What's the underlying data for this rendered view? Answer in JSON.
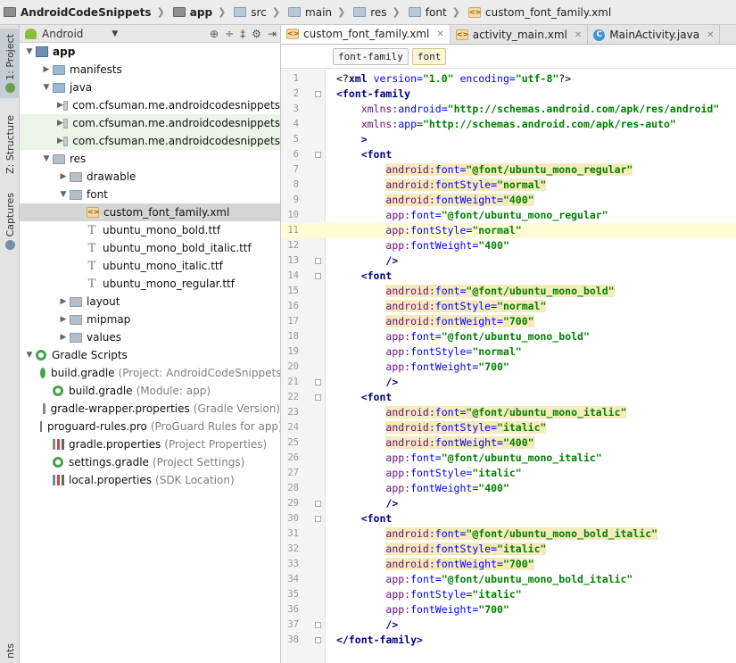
{
  "breadcrumb": [
    {
      "label": "AndroidCodeSnippets",
      "icon": "folder-icon",
      "bold": true
    },
    {
      "label": "app",
      "icon": "folder-icon",
      "bold": true
    },
    {
      "label": "src",
      "icon": "folder-icon",
      "bold": false
    },
    {
      "label": "main",
      "icon": "folder-icon",
      "bold": false
    },
    {
      "label": "res",
      "icon": "folder-icon",
      "bold": false
    },
    {
      "label": "font",
      "icon": "folder-icon",
      "bold": false
    },
    {
      "label": "custom_font_family.xml",
      "icon": "xml-file-icon",
      "bold": false
    }
  ],
  "strip": {
    "project": "1: Project",
    "structure": "Z: Structure",
    "captures": "Captures",
    "bottom": "nts"
  },
  "panel": {
    "view": "Android",
    "tree": [
      {
        "depth": 0,
        "arrow": "down",
        "icon": "app",
        "label": "app",
        "bold": true
      },
      {
        "depth": 1,
        "arrow": "right",
        "icon": "folder-blue",
        "label": "manifests"
      },
      {
        "depth": 1,
        "arrow": "down",
        "icon": "folder-blue",
        "label": "java"
      },
      {
        "depth": 2,
        "arrow": "right",
        "icon": "package",
        "label": "com.cfsuman.me.androidcodesnippets",
        "style": ""
      },
      {
        "depth": 2,
        "arrow": "right",
        "icon": "package",
        "label": "com.cfsuman.me.androidcodesnippets",
        "style": "pkg"
      },
      {
        "depth": 2,
        "arrow": "right",
        "icon": "package",
        "label": "com.cfsuman.me.androidcodesnippets",
        "style": "pkg"
      },
      {
        "depth": 1,
        "arrow": "down",
        "icon": "folder-res",
        "label": "res"
      },
      {
        "depth": 2,
        "arrow": "right",
        "icon": "folder-gray",
        "label": "drawable"
      },
      {
        "depth": 2,
        "arrow": "down",
        "icon": "folder-gray",
        "label": "font"
      },
      {
        "depth": 3,
        "arrow": "",
        "icon": "xml",
        "label": "custom_font_family.xml",
        "style": "sel"
      },
      {
        "depth": 3,
        "arrow": "",
        "icon": "ttf",
        "label": "ubuntu_mono_bold.ttf"
      },
      {
        "depth": 3,
        "arrow": "",
        "icon": "ttf",
        "label": "ubuntu_mono_bold_italic.ttf"
      },
      {
        "depth": 3,
        "arrow": "",
        "icon": "ttf",
        "label": "ubuntu_mono_italic.ttf"
      },
      {
        "depth": 3,
        "arrow": "",
        "icon": "ttf",
        "label": "ubuntu_mono_regular.ttf"
      },
      {
        "depth": 2,
        "arrow": "right",
        "icon": "folder-gray",
        "label": "layout"
      },
      {
        "depth": 2,
        "arrow": "right",
        "icon": "folder-gray",
        "label": "mipmap"
      },
      {
        "depth": 2,
        "arrow": "right",
        "icon": "folder-gray",
        "label": "values"
      },
      {
        "depth": 0,
        "arrow": "down",
        "icon": "gradle",
        "label": "Gradle Scripts"
      },
      {
        "depth": 1,
        "arrow": "",
        "icon": "gradle",
        "label": "build.gradle",
        "hint": "(Project: AndroidCodeSnippets)"
      },
      {
        "depth": 1,
        "arrow": "",
        "icon": "gradle",
        "label": "build.gradle",
        "hint": "(Module: app)"
      },
      {
        "depth": 1,
        "arrow": "",
        "icon": "props",
        "label": "gradle-wrapper.properties",
        "hint": "(Gradle Version)"
      },
      {
        "depth": 1,
        "arrow": "",
        "icon": "pro",
        "label": "proguard-rules.pro",
        "hint": "(ProGuard Rules for app)"
      },
      {
        "depth": 1,
        "arrow": "",
        "icon": "props",
        "label": "gradle.properties",
        "hint": "(Project Properties)"
      },
      {
        "depth": 1,
        "arrow": "",
        "icon": "gradle",
        "label": "settings.gradle",
        "hint": "(Project Settings)"
      },
      {
        "depth": 1,
        "arrow": "",
        "icon": "props",
        "label": "local.properties",
        "hint": "(SDK Location)"
      }
    ]
  },
  "editor": {
    "tabs": [
      {
        "label": "custom_font_family.xml",
        "icon": "xml",
        "active": true
      },
      {
        "label": "activity_main.xml",
        "icon": "xml",
        "active": false
      },
      {
        "label": "MainActivity.java",
        "icon": "class",
        "active": false
      }
    ],
    "tag_breadcrumb": [
      "font-family",
      "font"
    ],
    "current_line": 11,
    "lines": [
      [
        [
          "pl",
          "<?"
        ],
        [
          "tag",
          "xml "
        ],
        [
          "attr",
          "version="
        ],
        [
          "val",
          "\"1.0\""
        ],
        [
          "attr",
          " encoding="
        ],
        [
          "val",
          "\"utf-8\""
        ],
        [
          "pl",
          "?>"
        ]
      ],
      [
        [
          "tag",
          "<font-family"
        ]
      ],
      [
        [
          "pl",
          "    "
        ],
        [
          "ns",
          "xmlns:"
        ],
        [
          "attr",
          "android="
        ],
        [
          "val",
          "\"http://schemas.android.com/apk/res/android\""
        ]
      ],
      [
        [
          "pl",
          "    "
        ],
        [
          "ns",
          "xmlns:"
        ],
        [
          "attr",
          "app="
        ],
        [
          "val",
          "\"http://schemas.android.com/apk/res-auto\""
        ]
      ],
      [
        [
          "pl",
          "    "
        ],
        [
          "tag",
          ">"
        ]
      ],
      [
        [
          "pl",
          "    "
        ],
        [
          "tag",
          "<font"
        ]
      ],
      [
        [
          "pl",
          "        "
        ],
        [
          "nsh",
          "android:"
        ],
        [
          "attrh",
          "font="
        ],
        [
          "valh",
          "\"@font/ubuntu_mono_regular\""
        ]
      ],
      [
        [
          "pl",
          "        "
        ],
        [
          "nsh",
          "android:"
        ],
        [
          "attrh",
          "fontStyle="
        ],
        [
          "valh",
          "\"normal\""
        ]
      ],
      [
        [
          "pl",
          "        "
        ],
        [
          "nsh",
          "android:"
        ],
        [
          "attrh",
          "fontWeight="
        ],
        [
          "valh",
          "\"400\""
        ]
      ],
      [
        [
          "pl",
          "        "
        ],
        [
          "ns",
          "app:"
        ],
        [
          "attr",
          "font="
        ],
        [
          "val",
          "\"@font/ubuntu_mono_regular\""
        ]
      ],
      [
        [
          "pl",
          "        "
        ],
        [
          "ns",
          "app:"
        ],
        [
          "attr",
          "fontStyle="
        ],
        [
          "val",
          "\"normal\""
        ]
      ],
      [
        [
          "pl",
          "        "
        ],
        [
          "ns",
          "app:"
        ],
        [
          "attr",
          "fontWeight="
        ],
        [
          "val",
          "\"400\""
        ]
      ],
      [
        [
          "pl",
          "        "
        ],
        [
          "tag",
          "/>"
        ]
      ],
      [
        [
          "pl",
          "    "
        ],
        [
          "tag",
          "<font"
        ]
      ],
      [
        [
          "pl",
          "        "
        ],
        [
          "nsh",
          "android:"
        ],
        [
          "attrh",
          "font="
        ],
        [
          "valh",
          "\"@font/ubuntu_mono_bold\""
        ]
      ],
      [
        [
          "pl",
          "        "
        ],
        [
          "nsh",
          "android:"
        ],
        [
          "attrh",
          "fontStyle="
        ],
        [
          "valh",
          "\"normal\""
        ]
      ],
      [
        [
          "pl",
          "        "
        ],
        [
          "nsh",
          "android:"
        ],
        [
          "attrh",
          "fontWeight="
        ],
        [
          "valh",
          "\"700\""
        ]
      ],
      [
        [
          "pl",
          "        "
        ],
        [
          "ns",
          "app:"
        ],
        [
          "attr",
          "font="
        ],
        [
          "val",
          "\"@font/ubuntu_mono_bold\""
        ]
      ],
      [
        [
          "pl",
          "        "
        ],
        [
          "ns",
          "app:"
        ],
        [
          "attr",
          "fontStyle="
        ],
        [
          "val",
          "\"normal\""
        ]
      ],
      [
        [
          "pl",
          "        "
        ],
        [
          "ns",
          "app:"
        ],
        [
          "attr",
          "fontWeight="
        ],
        [
          "val",
          "\"700\""
        ]
      ],
      [
        [
          "pl",
          "        "
        ],
        [
          "tag",
          "/>"
        ]
      ],
      [
        [
          "pl",
          "    "
        ],
        [
          "tag",
          "<font"
        ]
      ],
      [
        [
          "pl",
          "        "
        ],
        [
          "nsh",
          "android:"
        ],
        [
          "attrh",
          "font="
        ],
        [
          "valh",
          "\"@font/ubuntu_mono_italic\""
        ]
      ],
      [
        [
          "pl",
          "        "
        ],
        [
          "nsh",
          "android:"
        ],
        [
          "attrh",
          "fontStyle="
        ],
        [
          "valh",
          "\"italic\""
        ]
      ],
      [
        [
          "pl",
          "        "
        ],
        [
          "nsh",
          "android:"
        ],
        [
          "attrh",
          "fontWeight="
        ],
        [
          "valh",
          "\"400\""
        ]
      ],
      [
        [
          "pl",
          "        "
        ],
        [
          "ns",
          "app:"
        ],
        [
          "attr",
          "font="
        ],
        [
          "val",
          "\"@font/ubuntu_mono_italic\""
        ]
      ],
      [
        [
          "pl",
          "        "
        ],
        [
          "ns",
          "app:"
        ],
        [
          "attr",
          "fontStyle="
        ],
        [
          "val",
          "\"italic\""
        ]
      ],
      [
        [
          "pl",
          "        "
        ],
        [
          "ns",
          "app:"
        ],
        [
          "attr",
          "fontWeight="
        ],
        [
          "val",
          "\"400\""
        ]
      ],
      [
        [
          "pl",
          "        "
        ],
        [
          "tag",
          "/>"
        ]
      ],
      [
        [
          "pl",
          "    "
        ],
        [
          "tag",
          "<font"
        ]
      ],
      [
        [
          "pl",
          "        "
        ],
        [
          "nsh",
          "android:"
        ],
        [
          "attrh",
          "font="
        ],
        [
          "valh",
          "\"@font/ubuntu_mono_bold_italic\""
        ]
      ],
      [
        [
          "pl",
          "        "
        ],
        [
          "nsh",
          "android:"
        ],
        [
          "attrh",
          "fontStyle="
        ],
        [
          "valh",
          "\"italic\""
        ]
      ],
      [
        [
          "pl",
          "        "
        ],
        [
          "nsh",
          "android:"
        ],
        [
          "attrh",
          "fontWeight="
        ],
        [
          "valh",
          "\"700\""
        ]
      ],
      [
        [
          "pl",
          "        "
        ],
        [
          "ns",
          "app:"
        ],
        [
          "attr",
          "font="
        ],
        [
          "val",
          "\"@font/ubuntu_mono_bold_italic\""
        ]
      ],
      [
        [
          "pl",
          "        "
        ],
        [
          "ns",
          "app:"
        ],
        [
          "attr",
          "fontStyle="
        ],
        [
          "val",
          "\"italic\""
        ]
      ],
      [
        [
          "pl",
          "        "
        ],
        [
          "ns",
          "app:"
        ],
        [
          "attr",
          "fontWeight="
        ],
        [
          "val",
          "\"700\""
        ]
      ],
      [
        [
          "pl",
          "        "
        ],
        [
          "tag",
          "/>"
        ]
      ],
      [
        [
          "tag",
          "</font-family>"
        ]
      ]
    ]
  }
}
